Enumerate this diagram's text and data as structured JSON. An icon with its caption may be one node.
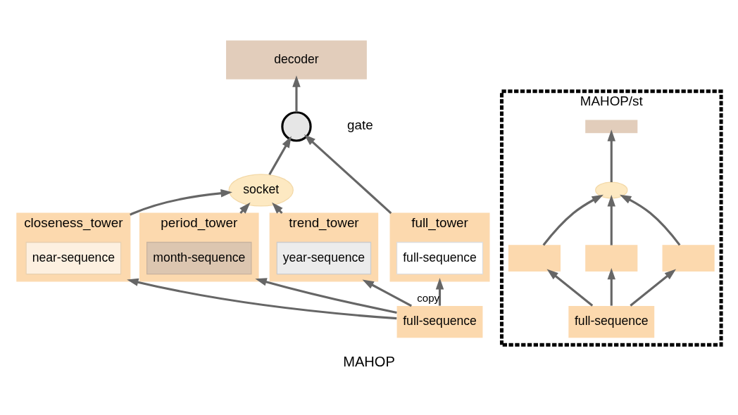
{
  "diagram": {
    "caption": "MAHOP",
    "nodes": [
      {
        "text": [
          "decoder"
        ]
      },
      {
        "text": [],
        "shape": "circle",
        "beside": [
          "gate"
        ]
      },
      {
        "text": [
          "socket"
        ]
      },
      {
        "text": [
          "closeness_tower"
        ]
      },
      {
        "text": [
          "near-sequence"
        ],
        "in": 3
      },
      {
        "text": [
          "period_tower"
        ]
      },
      {
        "text": [
          "month-sequence"
        ],
        "in": 5
      },
      {
        "text": [
          "trend_tower"
        ]
      },
      {
        "text": [
          "year-sequence"
        ],
        "in": 7
      },
      {
        "text": [
          "full_tower"
        ]
      },
      {
        "text": [
          "full-sequence"
        ],
        "in": 9
      },
      {
        "text": [
          "full-sequence"
        ]
      },
      {
        "text": [
          "MAHOP/st"
        ]
      },
      {
        "text": [],
        "shape": "box",
        "in": 12
      },
      {
        "text": [],
        "shape": "ellipse",
        "in": 12
      },
      {
        "text": [],
        "shape": "box",
        "in": 12
      },
      {
        "text": [],
        "shape": "box",
        "in": 12
      },
      {
        "text": [],
        "shape": "box",
        "in": 12
      },
      {
        "text": [
          "full-sequence"
        ],
        "in": 12
      }
    ],
    "edges": [
      {
        "from": 1,
        "to": 0,
        "arrow": "to"
      },
      {
        "from": 2,
        "to": 1,
        "arrow": "to"
      },
      {
        "from": 9,
        "to": 1,
        "arrow": "to"
      },
      {
        "from": 3,
        "to": 2,
        "arrow": "to"
      },
      {
        "from": 5,
        "to": 2,
        "arrow": "to"
      },
      {
        "from": 7,
        "to": 2,
        "arrow": "to"
      },
      {
        "from": 11,
        "to": 3,
        "arrow": "to"
      },
      {
        "from": 11,
        "to": 5,
        "arrow": "to"
      },
      {
        "from": 11,
        "to": 7,
        "arrow": "to"
      },
      {
        "from": 11,
        "to": 9,
        "arrow": "to",
        "label": "copy"
      },
      {
        "from": 14,
        "to": 13,
        "arrow": "to"
      },
      {
        "from": 15,
        "to": 14,
        "arrow": "to"
      },
      {
        "from": 16,
        "to": 14,
        "arrow": "to"
      },
      {
        "from": 17,
        "to": 14,
        "arrow": "to"
      },
      {
        "from": 18,
        "to": 15,
        "arrow": "to"
      },
      {
        "from": 18,
        "to": 16,
        "arrow": "to"
      },
      {
        "from": 18,
        "to": 17,
        "arrow": "to"
      }
    ]
  }
}
